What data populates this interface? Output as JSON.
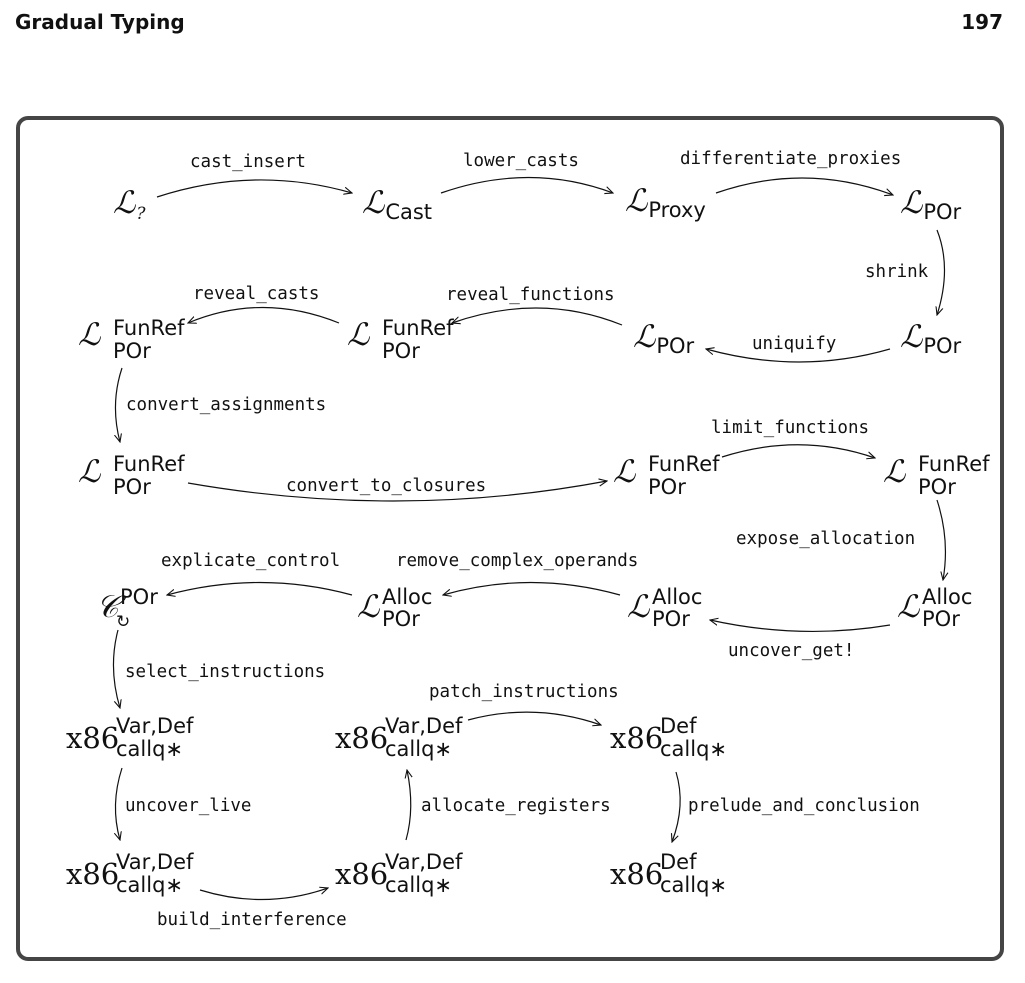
{
  "header": {
    "section_title": "Gradual Typing",
    "page_number": "197"
  },
  "nodes": {
    "l_dyn": {
      "base": "ℒ",
      "sub": "?"
    },
    "l_cast": {
      "base": "ℒ",
      "sub": "Cast"
    },
    "l_proxy": {
      "base": "ℒ",
      "sub": "Proxy"
    },
    "l_por_1": {
      "base": "ℒ",
      "sub": "POr"
    },
    "l_por_2": {
      "base": "ℒ",
      "sub": "POr"
    },
    "l_por_3": {
      "base": "ℒ",
      "sub": "POr"
    },
    "l_funref_1": {
      "base": "ℒ",
      "sup": "FunRef",
      "sub": "POr"
    },
    "l_funref_2": {
      "base": "ℒ",
      "sup": "FunRef",
      "sub": "POr"
    },
    "l_funref_3": {
      "base": "ℒ",
      "sup": "FunRef",
      "sub": "POr"
    },
    "l_funref_4": {
      "base": "ℒ",
      "sup": "FunRef",
      "sub": "POr"
    },
    "l_funref_5": {
      "base": "ℒ",
      "sup": "FunRef",
      "sub": "POr"
    },
    "l_alloc_1": {
      "base": "ℒ",
      "sup": "Alloc",
      "sub": "POr"
    },
    "l_alloc_2": {
      "base": "ℒ",
      "sup": "Alloc",
      "sub": "POr"
    },
    "l_alloc_3": {
      "base": "ℒ",
      "sup": "Alloc",
      "sub": "POr"
    },
    "c_por": {
      "base": "𝒞",
      "sup": "POr",
      "sub": "↻"
    },
    "x86_vd_1": {
      "base": "x86",
      "sup": "Var,Def",
      "sub": "callq∗"
    },
    "x86_vd_2": {
      "base": "x86",
      "sup": "Var,Def",
      "sub": "callq∗"
    },
    "x86_vd_3": {
      "base": "x86",
      "sup": "Var,Def",
      "sub": "callq∗"
    },
    "x86_vd_4": {
      "base": "x86",
      "sup": "Var,Def",
      "sub": "callq∗"
    },
    "x86_d_1": {
      "base": "x86",
      "sup": "Def",
      "sub": "callq∗"
    },
    "x86_d_2": {
      "base": "x86",
      "sup": "Def",
      "sub": "callq∗"
    }
  },
  "passes": {
    "cast_insert": "cast_insert",
    "lower_casts": "lower_casts",
    "differentiate_proxies": "differentiate_proxies",
    "shrink": "shrink",
    "uniquify": "uniquify",
    "reveal_functions": "reveal_functions",
    "reveal_casts": "reveal_casts",
    "convert_assignments": "convert_assignments",
    "convert_to_closures": "convert_to_closures",
    "limit_functions": "limit_functions",
    "expose_allocation": "expose_allocation",
    "uncover_get": "uncover_get!",
    "remove_complex_operands": "remove_complex_operands",
    "explicate_control": "explicate_control",
    "select_instructions": "select_instructions",
    "uncover_live": "uncover_live",
    "build_interference": "build_interference",
    "allocate_registers": "allocate_registers",
    "patch_instructions": "patch_instructions",
    "prelude_and_conclusion": "prelude_and_conclusion"
  }
}
